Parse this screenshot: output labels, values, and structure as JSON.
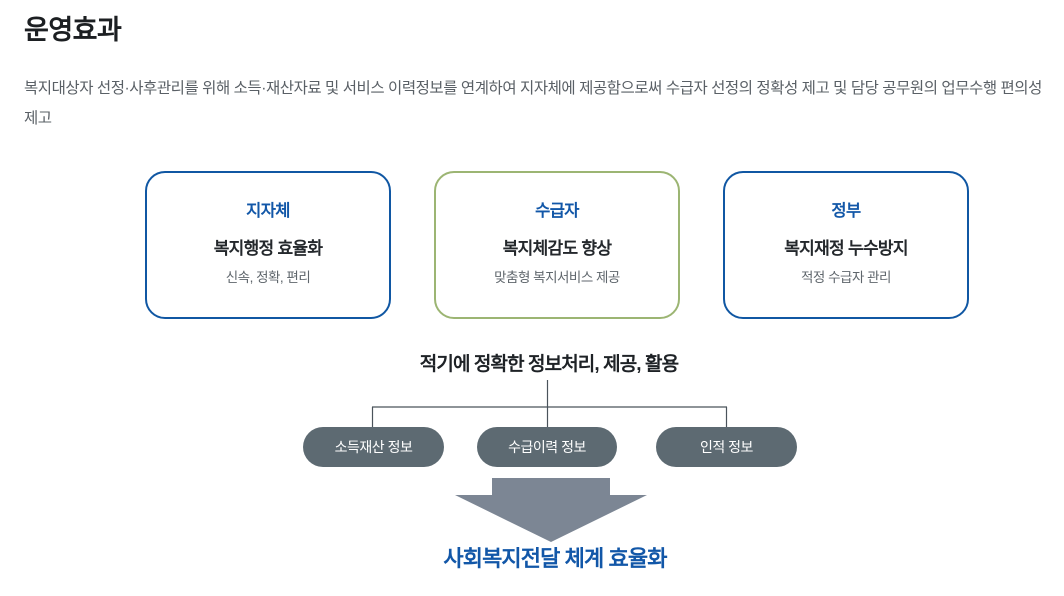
{
  "header": {
    "title": "운영효과",
    "description": "복지대상자 선정·사후관리를 위해 소득·재산자료 및 서비스 이력정보를 연계하여 지자체에 제공함으로써 수급자 선정의 정확성 제고 및 담당 공무원의 업무수행 편의성 제고"
  },
  "cards": [
    {
      "title": "지자체",
      "main": "복지행정 효율화",
      "sub": "신속, 정확, 편리",
      "border_color": "#1057a3"
    },
    {
      "title": "수급자",
      "main": "복지체감도 향상",
      "sub": "맞춤형 복지서비스 제공",
      "border_color": "#9cb573"
    },
    {
      "title": "정부",
      "main": "복지재정 누수방지",
      "sub": "적정 수급자 관리",
      "border_color": "#1057a3"
    }
  ],
  "mid_caption": "적기에 정확한 정보처리, 제공, 활용",
  "pills": [
    {
      "label": "소득재산 정보"
    },
    {
      "label": "수급이력 정보"
    },
    {
      "label": "인적 정보"
    }
  ],
  "arrow": {
    "name": "down-arrow-icon",
    "color": "#7c8694"
  },
  "conclusion": "사회복지전달 체계 효율화",
  "colors": {
    "accent_blue": "#1257a8",
    "accent_green": "#9cb573",
    "pill_gray": "#5d6a72",
    "arrow_gray": "#7c8694",
    "connector_line": "#4a535b",
    "title_dark": "#1c1f22",
    "body_text": "#5a6066"
  }
}
